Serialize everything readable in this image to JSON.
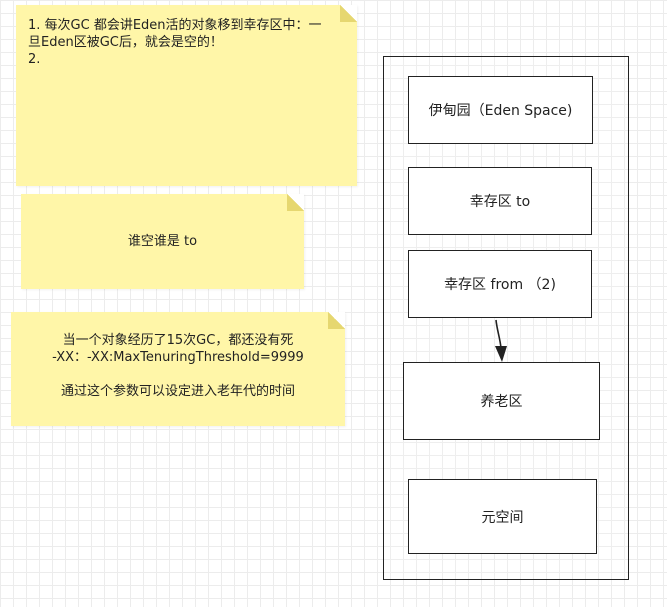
{
  "notes": {
    "note1": {
      "line1": "1. 每次GC 都会讲Eden活的对象移到幸存区中：一",
      "line2": "旦Eden区被GC后，就会是空的！",
      "line3": "2."
    },
    "note2": {
      "text": "谁空谁是 to"
    },
    "note3": {
      "line1": "当一个对象经历了15次GC，都还没有死",
      "line2": "-XX：-XX:MaxTenuringThreshold=9999",
      "line3": "",
      "line4": "通过这个参数可以设定进入老年代的时间"
    }
  },
  "memory": {
    "eden": "伊甸园（Eden Space)",
    "survivor_to": "幸存区  to",
    "survivor_from": "幸存区   from  （2)",
    "old_gen": "养老区",
    "metaspace": "元空间"
  },
  "colors": {
    "note_background": "#fff6a8",
    "border": "#222222",
    "grid": "#ececec"
  }
}
